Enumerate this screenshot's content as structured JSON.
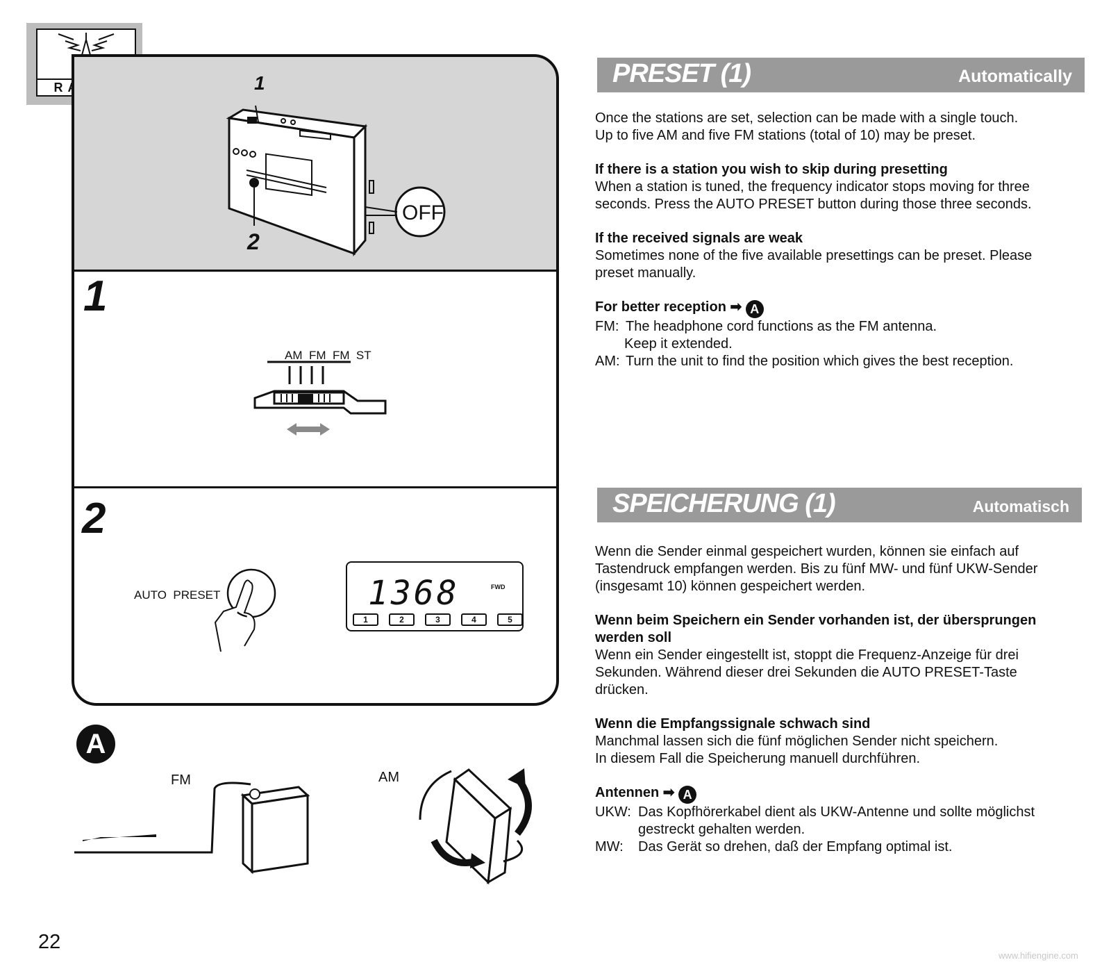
{
  "page": {
    "number": "22",
    "watermark": "www.hifiengine.com"
  },
  "badge": {
    "label": "RADIO"
  },
  "illustration": {
    "callout_1": "1",
    "callout_2": "2",
    "off_label": "OFF",
    "step1_num": "1",
    "step2_num": "2",
    "band_labels": "AM  FM  FM  ST",
    "auto_preset_label": "AUTO  PRESET",
    "display_freq": "1368",
    "display_fwd": "FWD",
    "preset_buttons": [
      "1",
      "2",
      "3",
      "4",
      "5"
    ],
    "antenna_marker": "A",
    "fm_label": "FM",
    "am_label": "AM"
  },
  "english": {
    "title": "PRESET (1)",
    "subtitle": "Automatically",
    "intro": [
      "Once the stations are set, selection can be made with a single touch.",
      "Up to five AM and five FM stations (total of 10) may be preset."
    ],
    "skip_heading": "If there is a station you wish to skip during presetting",
    "skip_body": [
      "When a station is tuned, the frequency indicator stops moving for three",
      "seconds. Press the AUTO PRESET button during those three seconds."
    ],
    "weak_heading": "If the received signals are weak",
    "weak_body": [
      "Sometimes none of the five available presettings can be preset. Please",
      "preset manually."
    ],
    "reception_heading": "For better reception ➡",
    "reception_marker": "A",
    "fm_key": "FM:",
    "fm_text": "The headphone cord functions as the FM antenna.",
    "fm_text2": "Keep it extended.",
    "am_key": "AM:",
    "am_text": "Turn the unit to find the position which gives the best reception."
  },
  "german": {
    "title": "SPEICHERUNG (1)",
    "subtitle": "Automatisch",
    "intro": [
      "Wenn die Sender einmal gespeichert wurden, können sie einfach auf",
      "Tastendruck empfangen werden. Bis zu fünf MW- und fünf UKW-Sender",
      "(insgesamt 10) können gespeichert werden."
    ],
    "skip_heading": [
      "Wenn beim Speichern ein Sender vorhanden ist, der übersprungen",
      "werden soll"
    ],
    "skip_body": [
      "Wenn ein Sender eingestellt ist, stoppt die Frequenz-Anzeige für drei",
      "Sekunden. Während dieser drei Sekunden die AUTO PRESET-Taste",
      "drücken."
    ],
    "weak_heading": "Wenn die Empfangssignale schwach sind",
    "weak_body": [
      "Manchmal lassen sich die fünf möglichen Sender nicht speichern.",
      "In diesem Fall die Speicherung manuell durchführen."
    ],
    "antenna_heading": "Antennen ➡",
    "antenna_marker": "A",
    "ukw_key": "UKW:",
    "ukw_text": "Das Kopfhörerkabel dient als UKW-Antenne und sollte möglichst",
    "ukw_text2": "gestreckt gehalten werden.",
    "mw_key": "MW:",
    "mw_text": "Das Gerät so drehen, daß der Empfang optimal ist."
  }
}
